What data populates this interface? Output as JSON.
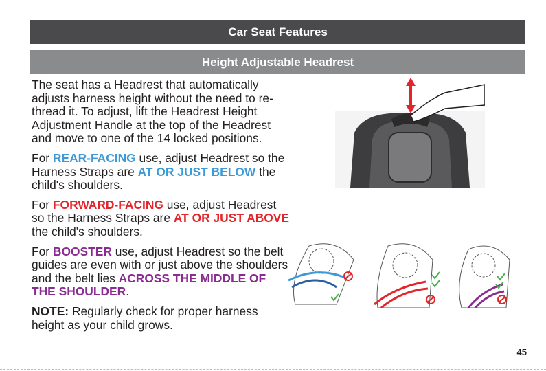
{
  "header": {
    "title": "Car Seat Features"
  },
  "section": {
    "title": "Height Adjustable Headrest"
  },
  "body": {
    "p1": "The seat has a Headrest that automatically adjusts harness height without the need to re-thread it. To adjust, lift the Headrest Height Adjustment Handle at the top of the Headrest and move to one of the 14 locked positions.",
    "p2": {
      "a": "For ",
      "b": "REAR-FACING",
      "c": " use, adjust Headrest so the Harness Straps are ",
      "d": "AT OR JUST BELOW",
      "e": " the child's shoulders."
    },
    "p3": {
      "a": "For ",
      "b": "FORWARD-FACING",
      "c": " use, adjust Headrest so the Harness Straps are ",
      "d": "AT OR JUST ABOVE",
      "e": " the child's shoulders."
    },
    "p4": {
      "a": "For ",
      "b": "BOOSTER",
      "c": " use, adjust Headrest so the belt guides are even with or just above the shoulders and the belt lies ",
      "d": "ACROSS THE MIDDLE OF THE SHOULDER",
      "e": "."
    },
    "note": {
      "label": "NOTE:",
      "text": " Regularly check for proper harness height as your child grows."
    }
  },
  "page_number": "45",
  "colors": {
    "rear": "#3e9ad6",
    "forward": "#e3242b",
    "booster": "#8a2b91",
    "check": "#4caf50"
  }
}
